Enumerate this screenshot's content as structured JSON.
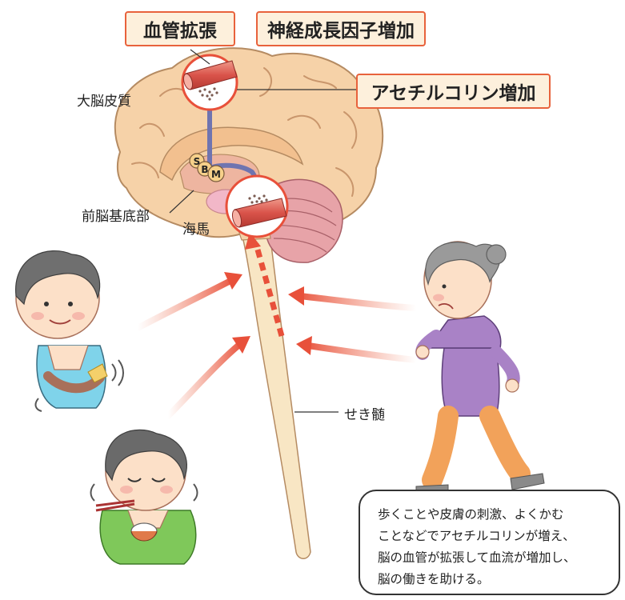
{
  "tags": {
    "vasodilation": "血管拡張",
    "ngf_increase": "神経成長因子増加",
    "acetylcholine_increase": "アセチルコリン増加"
  },
  "labels": {
    "cerebral_cortex": "大脳皮質",
    "basal_forebrain": "前脳基底部",
    "hippocampus": "海馬",
    "spinal_cord": "せき髄"
  },
  "neuron_letters": {
    "s": "S",
    "b": "B",
    "m": "M"
  },
  "caption": {
    "lines": [
      "歩くことや皮膚の刺激、よくかむ",
      "ことなどでアセチルコリンが増え、",
      "脳の血管が拡張して血流が増加し、",
      "脳の働きを助ける。"
    ]
  },
  "colors": {
    "accent": "#e8623c",
    "tag_fill": "#fdf0dc",
    "brain": "#f6d2a8",
    "cerebellum": "#e7a3a8",
    "spinal_cord": "#f8e6c4",
    "pathway": "#6f74b0",
    "vessel": "#d9534a"
  }
}
